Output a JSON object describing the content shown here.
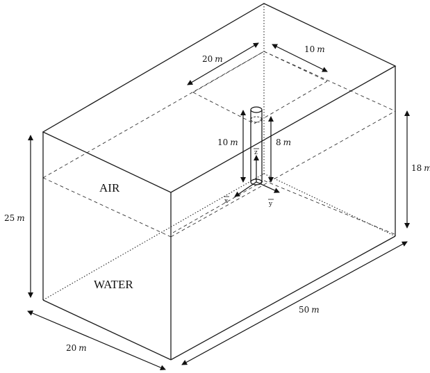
{
  "regions": {
    "air": "AIR",
    "water": "WATER"
  },
  "dimensions": {
    "tank_height": {
      "value": "25",
      "unit": "m"
    },
    "tank_width": {
      "value": "20",
      "unit": "m"
    },
    "tank_length": {
      "value": "50",
      "unit": "m"
    },
    "water_depth": {
      "value": "18",
      "unit": "m"
    },
    "patch_length": {
      "value": "20",
      "unit": "m"
    },
    "patch_width": {
      "value": "10",
      "unit": "m"
    },
    "cylinder_length": {
      "value": "10",
      "unit": "m"
    },
    "cylinder_submerged": {
      "value": "8",
      "unit": "m"
    }
  },
  "axes": {
    "x": "x",
    "y": "y",
    "z": "z"
  }
}
